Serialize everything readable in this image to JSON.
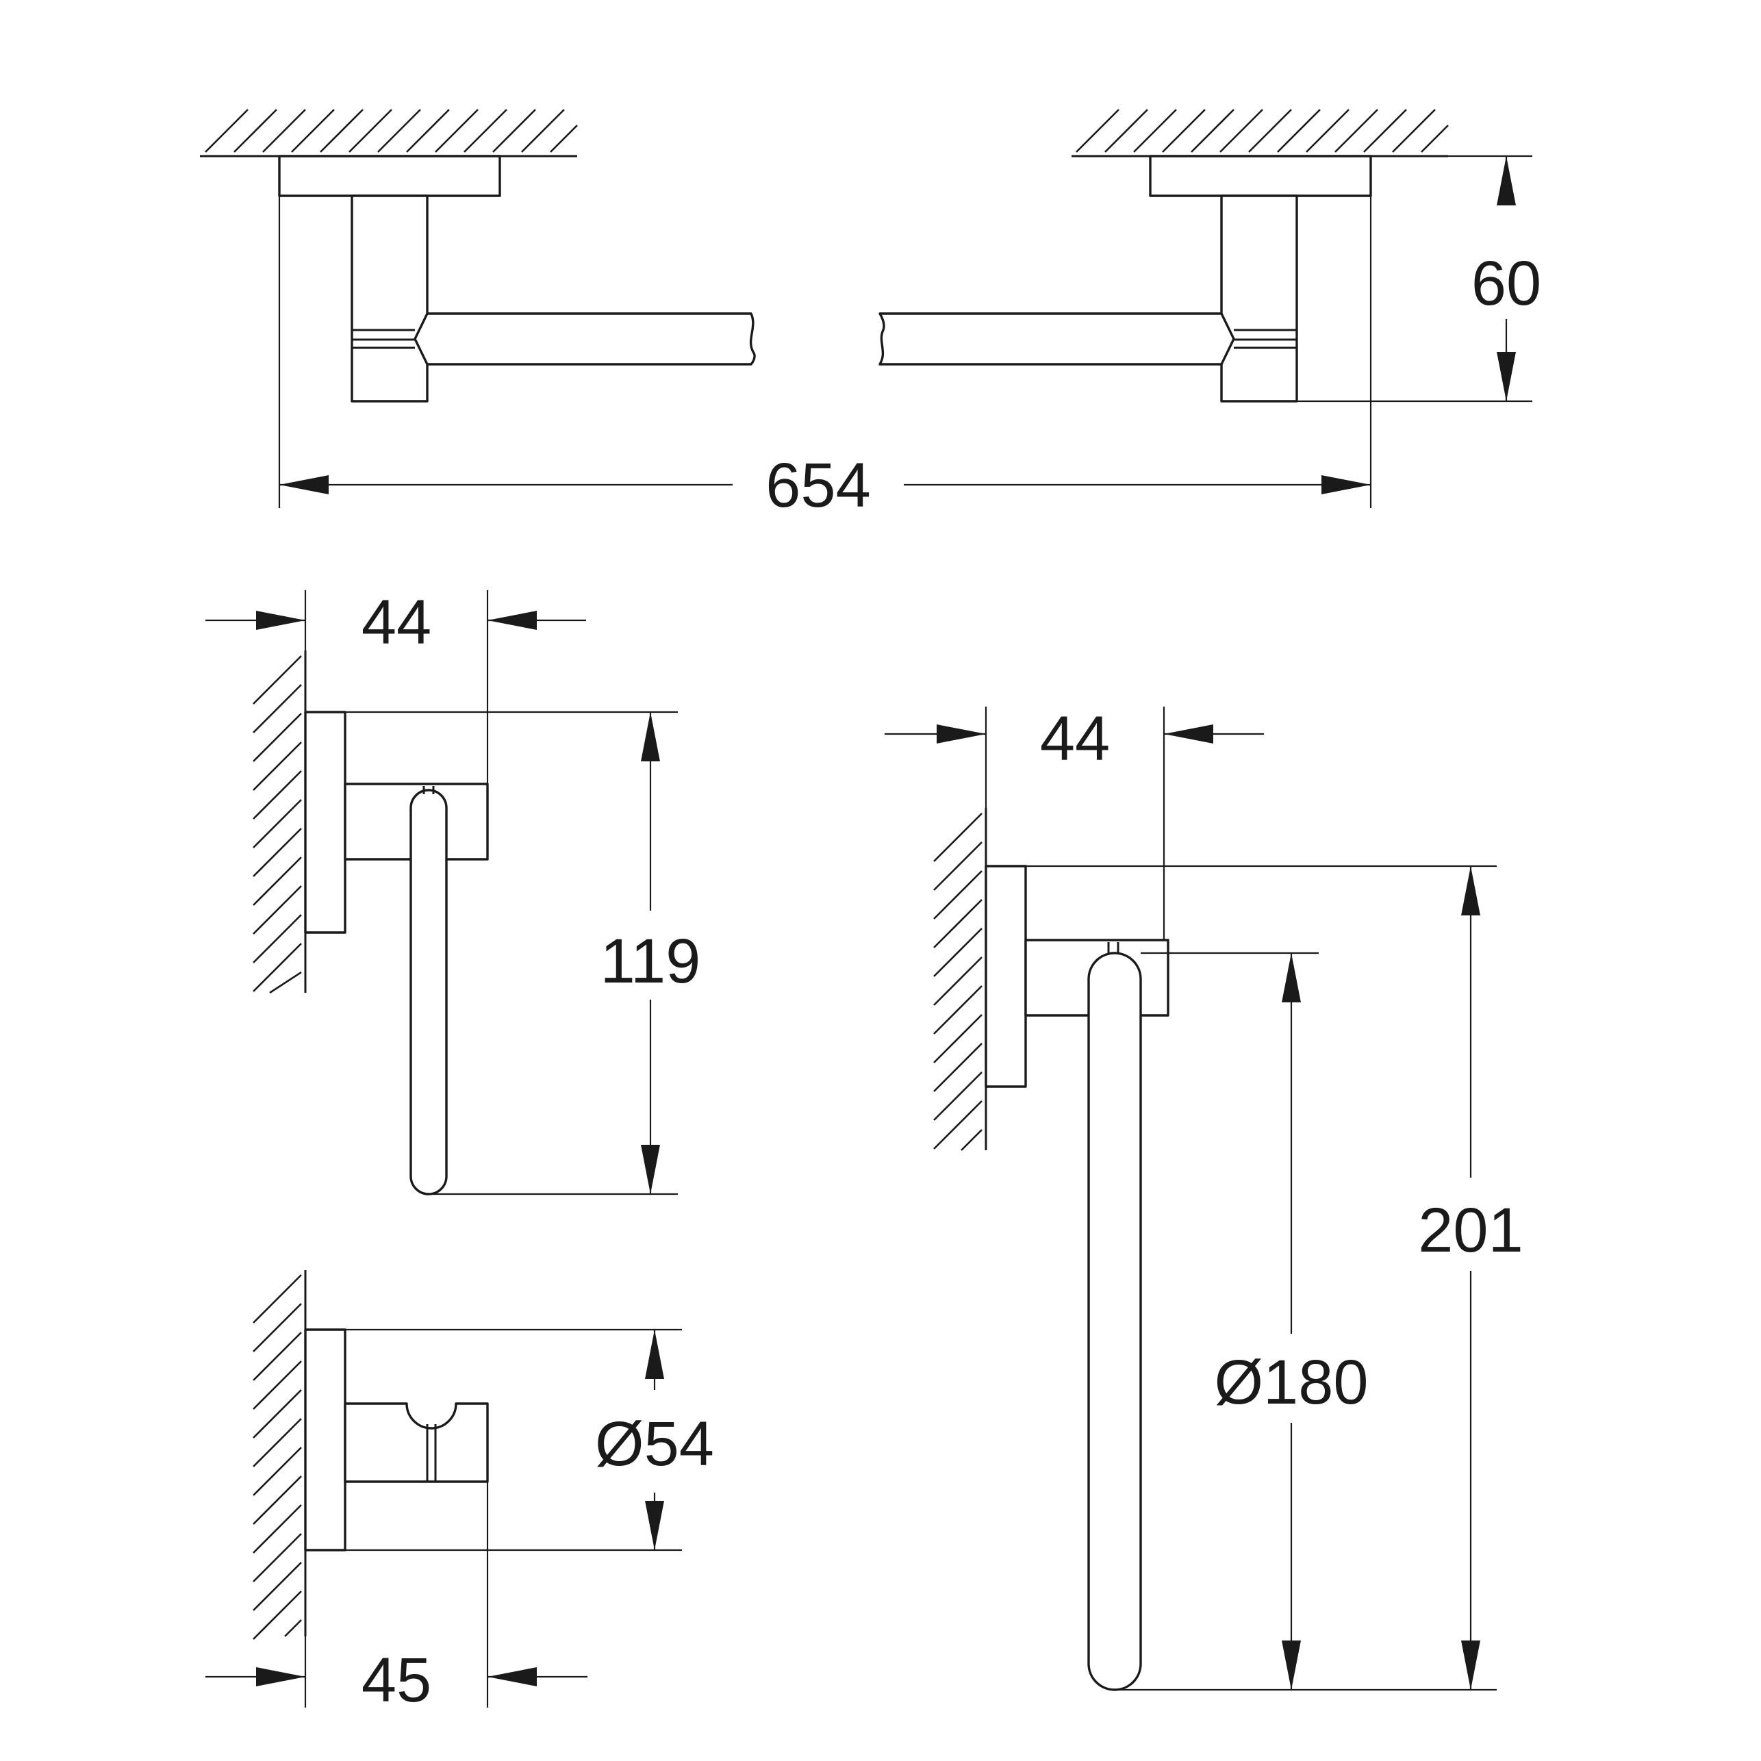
{
  "dimensions": {
    "towel_bar_length": "654",
    "towel_bar_depth": "60",
    "paper_holder_projection": "44",
    "paper_holder_height": "119",
    "ring_projection": "44",
    "ring_height": "201",
    "ring_diameter": "Ø180",
    "hook_diameter": "Ø54",
    "hook_projection": "45"
  },
  "colors": {
    "line": "#1a1a1a",
    "background": "#ffffff"
  }
}
